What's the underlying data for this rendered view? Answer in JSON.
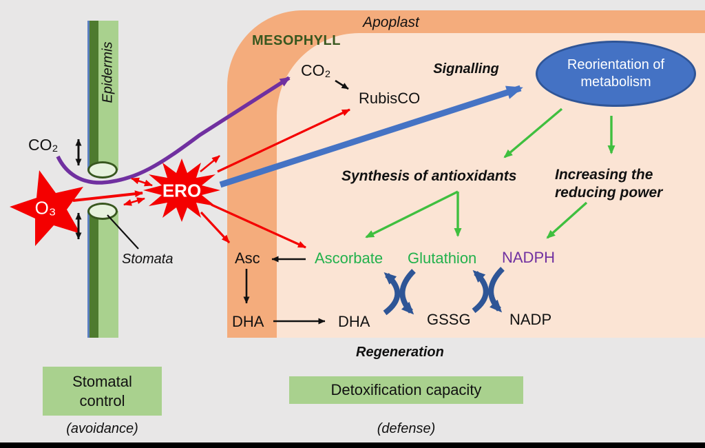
{
  "title": "Ozone avoidance and defense in leaf diagram",
  "colors": {
    "background": "#E8E7E7",
    "apoplast_band": "#F4AC7C",
    "mesophyll_fill": "#FBE4D4",
    "epidermis_green": "#A9D18E",
    "epidermis_dark": "#4E7B2F",
    "green_box": "#A9D18E",
    "red": "#F40000",
    "green_arrow": "#3FBF3F",
    "green_text": "#22B14C",
    "purple": "#7030A0",
    "signal_blue": "#4573C4",
    "navy": "#2E5596",
    "mesophyll_text": "#38571F"
  },
  "labels": {
    "apoplast": "Apoplast",
    "mesophyll": "MESOPHYLL",
    "epidermis": "Epidermis",
    "stomata": "Stomata",
    "co2_outside": "CO₂",
    "co2_inside": "CO₂",
    "rubisco": "RubisCO",
    "o3": "O₃",
    "ero": "ERO",
    "signalling": "Signalling",
    "reorientation_line1": "Reorientation of",
    "reorientation_line2": "metabolism",
    "synthesis": "Synthesis of antioxidants",
    "increasing_line1": "Increasing the",
    "increasing_line2": "reducing power",
    "ascorbate": "Ascorbate",
    "glutathion": "Glutathion",
    "nadph": "NADPH",
    "asc": "Asc",
    "dha_apoplast": "DHA",
    "dha_cell": "DHA",
    "gssg": "GSSG",
    "nadp": "NADP",
    "regeneration": "Regeneration",
    "stomatal_control": "Stomatal control",
    "avoidance": "(avoidance)",
    "detoxification": "Detoxification capacity",
    "defense": "(defense)"
  }
}
